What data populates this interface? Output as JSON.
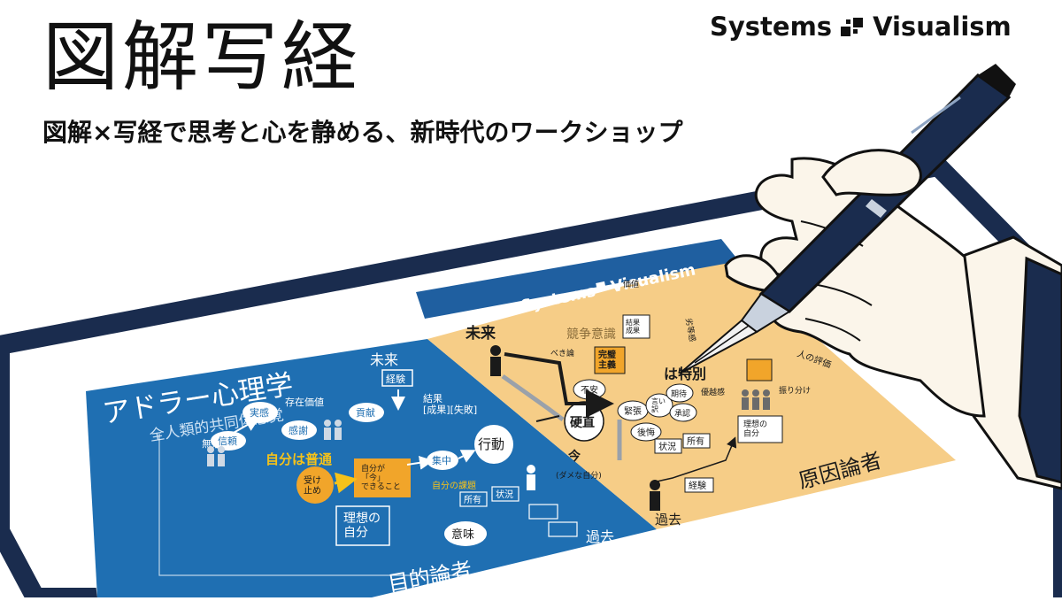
{
  "header": {
    "title": "図解写経",
    "subtitle": "図解×写経で思考と心を静める、新時代のワークショップ",
    "brand_left": "Systems",
    "brand_right": "Visualism",
    "brand_logo_icon": "systems-visualism-logo-icon"
  },
  "sheet": {
    "brand_left": "Systems",
    "brand_right": "Visualism",
    "left_panel": {
      "heading": "アドラー心理学",
      "subheading": "全人類的共同体感覚",
      "footer": "目的論者",
      "labels": {
        "future": "未来",
        "experience": "経験",
        "result": "結果\n[成果][失敗]",
        "actual": "実感",
        "existence_value": "存在価値",
        "contribution": "貢献",
        "gratitude": "感謝",
        "unconditional": "無条件",
        "trust": "信頼",
        "ordinary": "自分は普通",
        "accept": "受け\n止め",
        "now_self": "自分が\n「今」\nできること",
        "focus": "集中",
        "action": "行動",
        "task": "自分の課題",
        "owned": "所有",
        "situation": "状況",
        "ideal_self": "理想の\n自分",
        "meaning": "意味",
        "past": "過去"
      }
    },
    "right_panel": {
      "footer": "原因論者",
      "labels": {
        "future": "未来",
        "now": "今",
        "now_note": "(ダメな自分)",
        "past": "過去",
        "competition": "競争意識",
        "should": "べき論",
        "perfectionism": "完璧\n主義",
        "result_outcome": "結果\n成果",
        "anxiety": "不安",
        "rigid": "硬直",
        "tension": "緊張",
        "excuse": "言い\n訳",
        "regret": "後悔",
        "special": "は特別",
        "superiority": "優越感",
        "inferiority": "劣等感",
        "approval": "承認",
        "expectation": "期待",
        "situation": "状況",
        "owned": "所有",
        "experience": "経験",
        "ideal_self": "理想の\n自分",
        "others": "人の評価",
        "allocation": "振り分け",
        "value": "価値"
      }
    }
  },
  "colors": {
    "navy": "#1a2c4e",
    "blue_panel": "#1f6fb2",
    "sand_panel": "#f6cd87",
    "orange_box": "#f1a52a",
    "yellow_arrow": "#f5c21a"
  },
  "illustration": {
    "hand_icon": "hand-holding-pen-icon",
    "pen_icon": "fountain-pen-icon"
  }
}
